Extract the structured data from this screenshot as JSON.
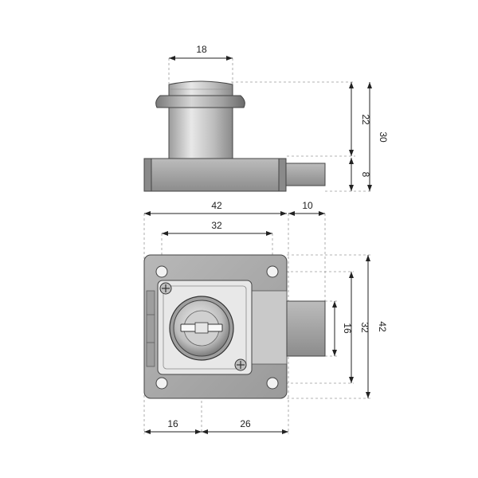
{
  "dimensions": {
    "top_width": "18",
    "height_top": "22",
    "height_total": "30",
    "base_height": "8",
    "body_width": "42",
    "bolt_extension": "10",
    "hole_spacing_h": "32",
    "bolt_height": "16",
    "hole_spacing_v": "32",
    "body_height": "42",
    "left_offset": "16",
    "right_offset": "26"
  },
  "colors": {
    "metal_dark": "#6e6e6e",
    "metal_mid": "#a9a9a9",
    "metal_light": "#d8d8d8",
    "metal_highlight": "#f2f2f2",
    "outline": "#333333"
  }
}
